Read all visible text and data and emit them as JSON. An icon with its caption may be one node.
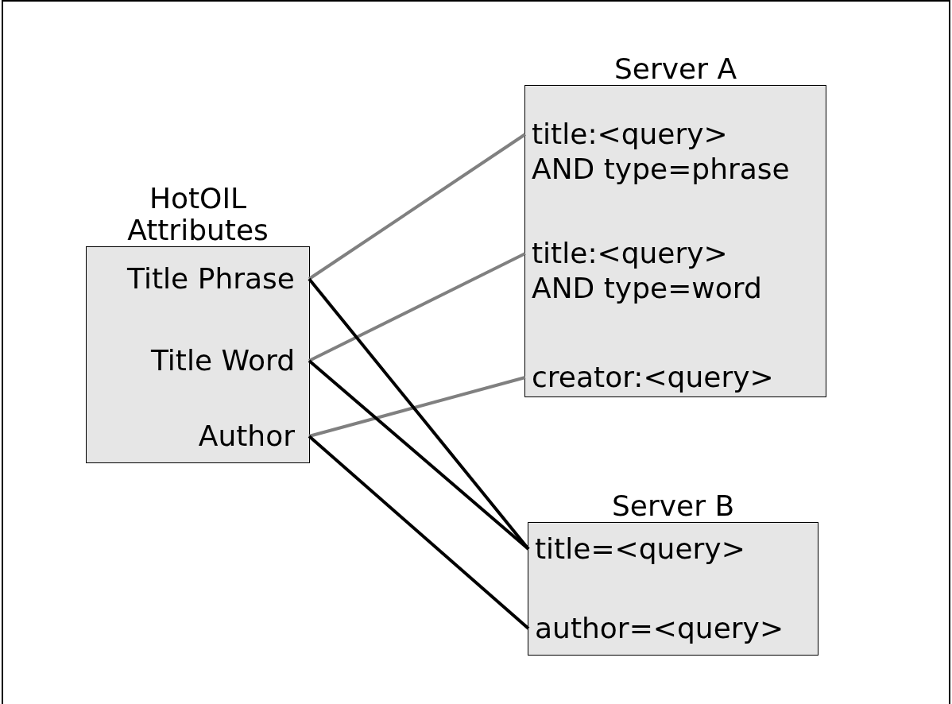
{
  "diagram": {
    "nodes": [
      {
        "text": [
          "HotOIL Attributes"
        ]
      },
      {
        "text": [
          "Title Phrase"
        ],
        "in": 0
      },
      {
        "text": [
          "Title Word"
        ],
        "in": 0
      },
      {
        "text": [
          "Author"
        ],
        "in": 0
      },
      {
        "text": [
          "Server A"
        ]
      },
      {
        "text": [
          "title:<query> AND type=phrase"
        ],
        "in": 4
      },
      {
        "text": [
          "title:<query> AND type=word"
        ],
        "in": 4
      },
      {
        "text": [
          "creator:<query>"
        ],
        "in": 4
      },
      {
        "text": [
          "Server B"
        ]
      },
      {
        "text": [
          "title=<query>"
        ],
        "in": 8
      },
      {
        "text": [
          "author=<query>"
        ],
        "in": 8
      }
    ],
    "edges": [
      {
        "from": 1,
        "to": 5,
        "arrow": "none",
        "color": "#808080"
      },
      {
        "from": 2,
        "to": 6,
        "arrow": "none",
        "color": "#808080"
      },
      {
        "from": 3,
        "to": 7,
        "arrow": "none",
        "color": "#808080"
      },
      {
        "from": 1,
        "to": 9,
        "arrow": "none",
        "color": "#000000"
      },
      {
        "from": 2,
        "to": 9,
        "arrow": "none",
        "color": "#000000"
      },
      {
        "from": 3,
        "to": 10,
        "arrow": "none",
        "color": "#000000"
      }
    ]
  }
}
